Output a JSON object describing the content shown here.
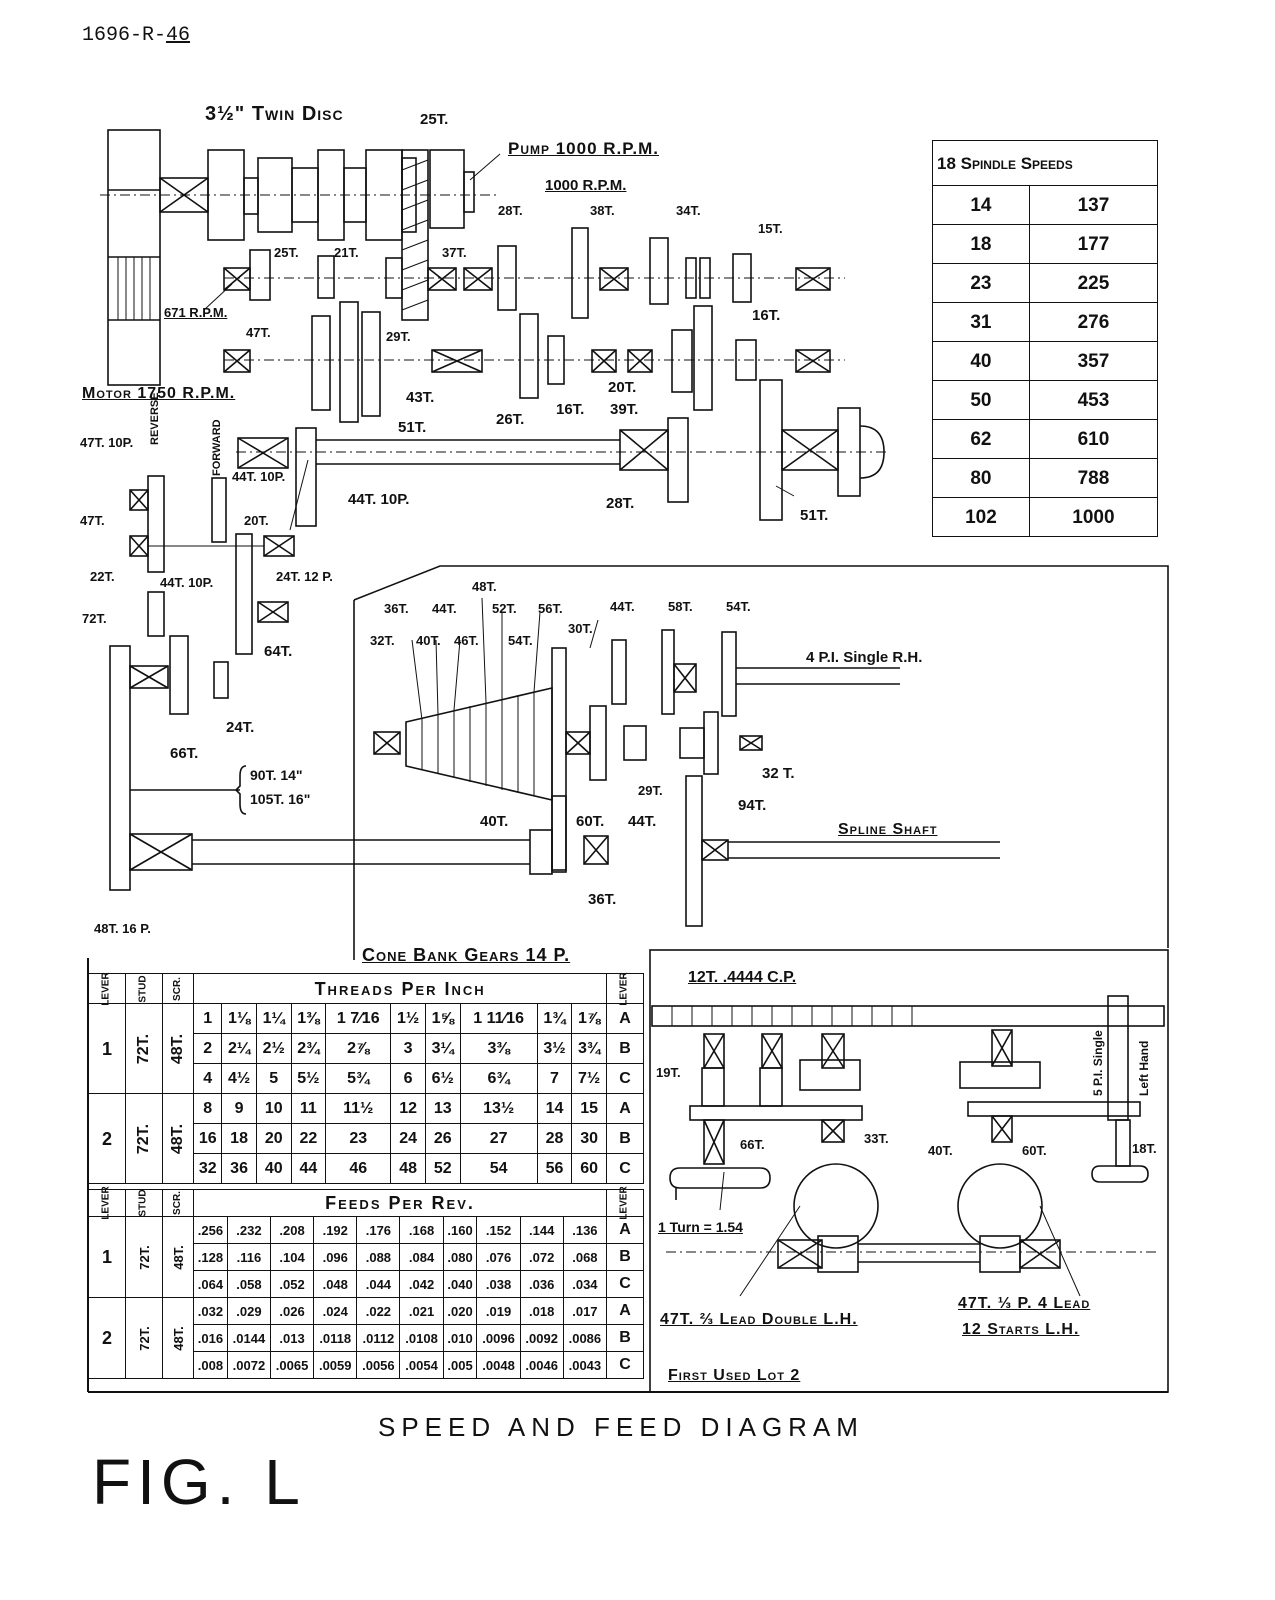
{
  "doc": {
    "id_prefix": "1696-R-",
    "id_number": "46",
    "caption": "SPEED AND FEED DIAGRAM",
    "figure": "FIG. L"
  },
  "labels": {
    "twin_disc": "3½\" Twin Disc",
    "pump": "Pump 1000 R.P.M.",
    "rpm_1000": "1000 R.P.M.",
    "motor": "Motor 1750 R.P.M.",
    "rpm_671": "671 R.P.M.",
    "reverse": "REVERSE",
    "forward": "FORWARD",
    "cone_bank": "Cone Bank Gears 14 P.",
    "pitch_4pi": "4 P.I. Single R.H.",
    "spline_shaft": "Spline Shaft",
    "pitch_12t": "12T. .4444 C.P.",
    "turn": "1 Turn = 1.54",
    "lead_double": "47T. ⅔ Lead Double L.H.",
    "lead_four": "47T. ⅓ P. 4 Lead",
    "starts": "12 Starts L.H.",
    "five_pi": "5 P.I. Single",
    "left_hand": "Left Hand",
    "first_used": "First Used Lot 2",
    "change_gear_90": "90T. 14\"",
    "change_gear_105": "105T. 16\""
  },
  "gear_labels": {
    "g25a": "25T.",
    "g25b": "25T.",
    "g21": "21T.",
    "g37": "37T.",
    "g29": "29T.",
    "g28a": "28T.",
    "g38": "38T.",
    "g34a": "34T.",
    "g15": "15T.",
    "g47a": "47T.",
    "g43": "43T.",
    "g51a": "51T.",
    "g26": "26T.",
    "g16a": "16T.",
    "g20a": "20T.",
    "g39": "39T.",
    "g16b": "16T.",
    "g47_10p": "47T. 10P.",
    "g44_10p_a": "44T. 10P.",
    "g44_10p_b": "44T. 10P.",
    "g28b": "28T.",
    "g51b": "51T.",
    "g47b": "47T.",
    "g20b": "20T.",
    "g44_10p_c": "44T. 10P.",
    "g24_12p": "24T. 12 P.",
    "g22": "22T.",
    "g72": "72T.",
    "g64": "64T.",
    "g24": "24T.",
    "g66": "66T.",
    "g48_16p": "48T. 16 P.",
    "g48": "48T.",
    "g36a": "36T.",
    "g44a": "44T.",
    "g52": "52T.",
    "g56": "56T.",
    "g32a": "32T.",
    "g40a": "40T.",
    "g46": "46T.",
    "g54a": "54T.",
    "g30": "30T.",
    "g44b": "44T.",
    "g58": "58T.",
    "g54b": "54T.",
    "g29b": "29T.",
    "g32b": "32 T.",
    "g94": "94T.",
    "g40b": "40T.",
    "g60a": "60T.",
    "g44c": "44T.",
    "g36b": "36T.",
    "g19": "19T.",
    "g66b": "66T.",
    "g33": "33T.",
    "g40c": "40T.",
    "g60b": "60T.",
    "g18": "18T."
  },
  "spindle_speeds": {
    "title": "18 Spindle Speeds",
    "rows": [
      [
        "14",
        "137"
      ],
      [
        "18",
        "177"
      ],
      [
        "23",
        "225"
      ],
      [
        "31",
        "276"
      ],
      [
        "40",
        "357"
      ],
      [
        "50",
        "453"
      ],
      [
        "62",
        "610"
      ],
      [
        "80",
        "788"
      ],
      [
        "102",
        "1000"
      ]
    ]
  },
  "threads": {
    "title": "Threads Per Inch",
    "head": {
      "lever": "LEVER",
      "stud": "STUD",
      "scr": "SCR."
    },
    "groups": [
      {
        "lever": "1",
        "stud": "72T.",
        "scr": "48T.",
        "rows": [
          {
            "values": [
              "1",
              "1⅛",
              "1¼",
              "1⅜",
              "1 7⁄16",
              "1½",
              "1⅝",
              "1 11⁄16",
              "1¾",
              "1⅞"
            ],
            "lever": "A"
          },
          {
            "values": [
              "2",
              "2¼",
              "2½",
              "2¾",
              "2⅞",
              "3",
              "3¼",
              "3⅜",
              "3½",
              "3¾"
            ],
            "lever": "B"
          },
          {
            "values": [
              "4",
              "4½",
              "5",
              "5½",
              "5¾",
              "6",
              "6½",
              "6¾",
              "7",
              "7½"
            ],
            "lever": "C"
          }
        ]
      },
      {
        "lever": "2",
        "stud": "72T.",
        "scr": "48T.",
        "rows": [
          {
            "values": [
              "8",
              "9",
              "10",
              "11",
              "11½",
              "12",
              "13",
              "13½",
              "14",
              "15"
            ],
            "lever": "A"
          },
          {
            "values": [
              "16",
              "18",
              "20",
              "22",
              "23",
              "24",
              "26",
              "27",
              "28",
              "30"
            ],
            "lever": "B"
          },
          {
            "values": [
              "32",
              "36",
              "40",
              "44",
              "46",
              "48",
              "52",
              "54",
              "56",
              "60"
            ],
            "lever": "C"
          }
        ]
      }
    ]
  },
  "feeds": {
    "title": "Feeds Per Rev.",
    "head": {
      "lever": "LEVER",
      "stud": "STUD",
      "scr": "SCR."
    },
    "groups": [
      {
        "lever": "1",
        "stud": "72T.",
        "scr": "48T.",
        "rows": [
          {
            "values": [
              ".256",
              ".232",
              ".208",
              ".192",
              ".176",
              ".168",
              ".160",
              ".152",
              ".144",
              ".136"
            ],
            "lever": "A"
          },
          {
            "values": [
              ".128",
              ".116",
              ".104",
              ".096",
              ".088",
              ".084",
              ".080",
              ".076",
              ".072",
              ".068"
            ],
            "lever": "B"
          },
          {
            "values": [
              ".064",
              ".058",
              ".052",
              ".048",
              ".044",
              ".042",
              ".040",
              ".038",
              ".036",
              ".034"
            ],
            "lever": "C"
          }
        ]
      },
      {
        "lever": "2",
        "stud": "72T.",
        "scr": "48T.",
        "rows": [
          {
            "values": [
              ".032",
              ".029",
              ".026",
              ".024",
              ".022",
              ".021",
              ".020",
              ".019",
              ".018",
              ".017"
            ],
            "lever": "A"
          },
          {
            "values": [
              ".016",
              ".0144",
              ".013",
              ".0118",
              ".0112",
              ".0108",
              ".010",
              ".0096",
              ".0092",
              ".0086"
            ],
            "lever": "B"
          },
          {
            "values": [
              ".008",
              ".0072",
              ".0065",
              ".0059",
              ".0056",
              ".0054",
              ".005",
              ".0048",
              ".0046",
              ".0043"
            ],
            "lever": "C"
          }
        ]
      }
    ]
  }
}
